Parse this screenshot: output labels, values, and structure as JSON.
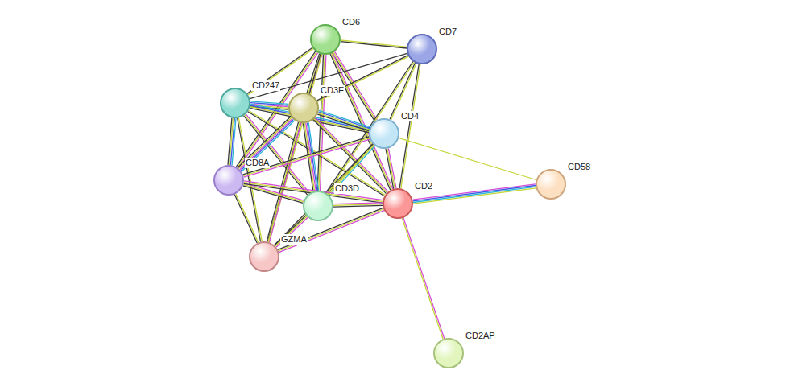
{
  "diagram": {
    "nodes": [
      {
        "text": [
          "CD6"
        ]
      },
      {
        "text": [
          "CD7"
        ]
      },
      {
        "text": [
          "CD247"
        ]
      },
      {
        "text": [
          "CD3E"
        ]
      },
      {
        "text": [
          "CD4"
        ]
      },
      {
        "text": [
          "CD8A"
        ]
      },
      {
        "text": [
          "CD3D"
        ]
      },
      {
        "text": [
          "CD2"
        ]
      },
      {
        "text": [
          "CD58"
        ]
      },
      {
        "text": [
          "GZMA"
        ]
      },
      {
        "text": [
          "CD2AP"
        ]
      }
    ],
    "edges": [
      {
        "from": 0,
        "to": 1,
        "arrow": "none"
      },
      {
        "from": 0,
        "to": 2,
        "arrow": "none"
      },
      {
        "from": 0,
        "to": 3,
        "arrow": "none"
      },
      {
        "from": 0,
        "to": 4,
        "arrow": "none"
      },
      {
        "from": 0,
        "to": 5,
        "arrow": "none"
      },
      {
        "from": 0,
        "to": 6,
        "arrow": "none"
      },
      {
        "from": 0,
        "to": 7,
        "arrow": "none"
      },
      {
        "from": 0,
        "to": 9,
        "arrow": "none"
      },
      {
        "from": 1,
        "to": 2,
        "arrow": "none"
      },
      {
        "from": 1,
        "to": 3,
        "arrow": "none"
      },
      {
        "from": 1,
        "to": 4,
        "arrow": "none"
      },
      {
        "from": 1,
        "to": 6,
        "arrow": "none"
      },
      {
        "from": 1,
        "to": 7,
        "arrow": "none"
      },
      {
        "from": 2,
        "to": 3,
        "arrow": "none"
      },
      {
        "from": 2,
        "to": 4,
        "arrow": "none"
      },
      {
        "from": 2,
        "to": 5,
        "arrow": "none"
      },
      {
        "from": 2,
        "to": 6,
        "arrow": "none"
      },
      {
        "from": 2,
        "to": 7,
        "arrow": "none"
      },
      {
        "from": 2,
        "to": 9,
        "arrow": "none"
      },
      {
        "from": 3,
        "to": 4,
        "arrow": "none"
      },
      {
        "from": 3,
        "to": 5,
        "arrow": "none"
      },
      {
        "from": 3,
        "to": 6,
        "arrow": "none"
      },
      {
        "from": 3,
        "to": 7,
        "arrow": "none"
      },
      {
        "from": 3,
        "to": 9,
        "arrow": "none"
      },
      {
        "from": 4,
        "to": 5,
        "arrow": "none"
      },
      {
        "from": 4,
        "to": 6,
        "arrow": "none"
      },
      {
        "from": 4,
        "to": 7,
        "arrow": "none"
      },
      {
        "from": 4,
        "to": 8,
        "arrow": "none"
      },
      {
        "from": 4,
        "to": 9,
        "arrow": "none"
      },
      {
        "from": 5,
        "to": 6,
        "arrow": "none"
      },
      {
        "from": 5,
        "to": 7,
        "arrow": "none"
      },
      {
        "from": 5,
        "to": 9,
        "arrow": "none"
      },
      {
        "from": 6,
        "to": 7,
        "arrow": "none"
      },
      {
        "from": 6,
        "to": 9,
        "arrow": "none"
      },
      {
        "from": 7,
        "to": 9,
        "arrow": "none"
      },
      {
        "from": 7,
        "to": 8,
        "arrow": "none"
      },
      {
        "from": 7,
        "to": 10,
        "arrow": "none"
      }
    ]
  }
}
